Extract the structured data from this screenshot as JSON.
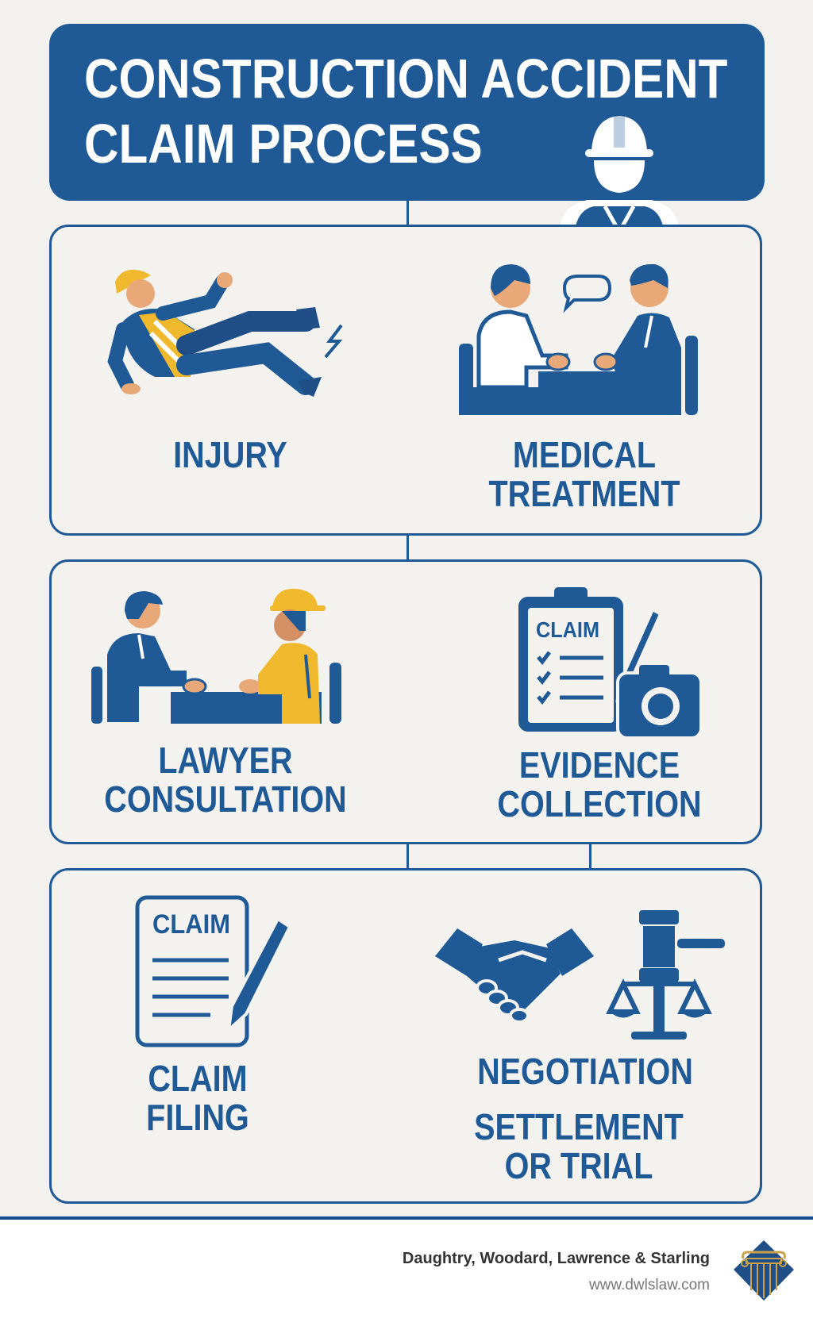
{
  "header": {
    "title_line1": "CONSTRUCTION ACCIDENT",
    "title_line2": "CLAIM PROCESS",
    "icon": "construction-worker-icon"
  },
  "steps": [
    {
      "label_line1": "INJURY",
      "label_line2": "",
      "icon": "falling-worker-icon"
    },
    {
      "label_line1": "MEDICAL",
      "label_line2": "TREATMENT",
      "icon": "doctor-consultation-icon"
    },
    {
      "label_line1": "LAWYER",
      "label_line2": "CONSULTATION",
      "icon": "lawyer-meeting-icon"
    },
    {
      "label_line1": "EVIDENCE",
      "label_line2": "COLLECTION",
      "icon": "clipboard-camera-icon",
      "clipboard_text": "CLAIM"
    },
    {
      "label_line1": "CLAIM",
      "label_line2": "FILING",
      "icon": "claim-document-icon",
      "document_text": "CLAIM"
    },
    {
      "label_line1": "NEGOTIATION",
      "label_line2": "",
      "icon": "handshake-icon"
    },
    {
      "label_line1": "SETTLEMENT",
      "label_line2": "OR TRIAL",
      "icon": "gavel-scales-icon"
    }
  ],
  "footer": {
    "firm_name": "Daughtry, Woodard, Lawrence & Starling",
    "url": "www.dwlslaw.com",
    "logo": "column-diamond-logo"
  },
  "colors": {
    "primary": "#1f5a96",
    "accent": "#f0b92d",
    "background": "#f2f1ee"
  }
}
